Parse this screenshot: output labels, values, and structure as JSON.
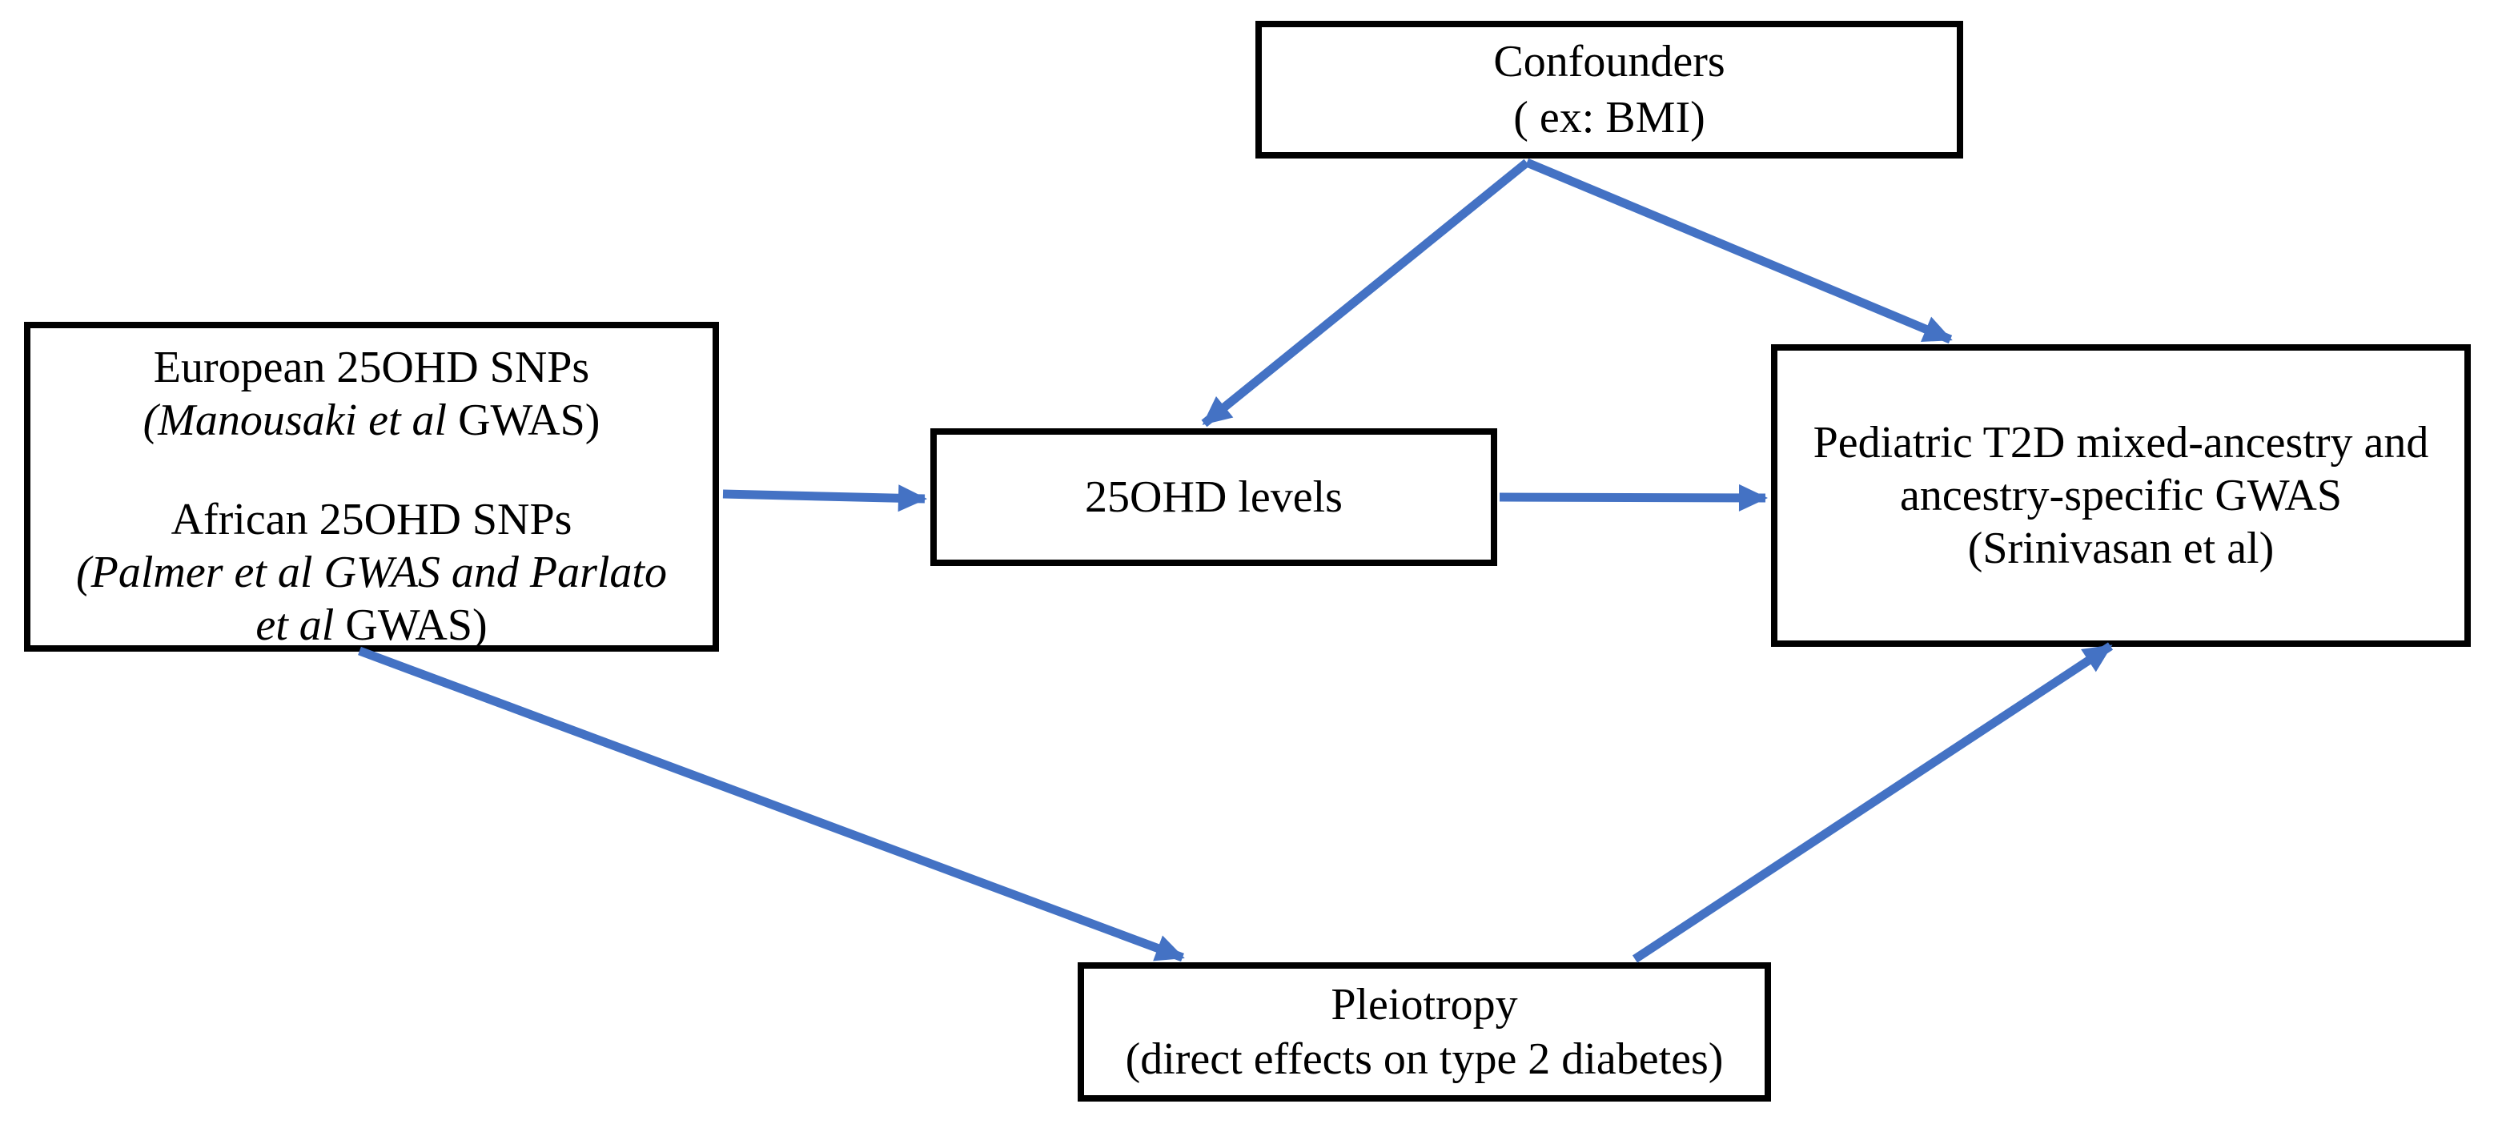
{
  "diagram_type": "mendelian-randomization-dag",
  "nodes": {
    "confounders": {
      "line1": "Confounders",
      "line2": "( ex: BMI)"
    },
    "exposure_snps": {
      "line1": "European 25OHD SNPs",
      "line2_italic": "(Manousaki et al",
      "line2_regular": " GWAS)",
      "line4": "African 25OHD SNPs",
      "line5_italic": "(Palmer et al GWAS and Parlato",
      "line6_italic": "et al",
      "line6_regular": " GWAS)"
    },
    "exposure": {
      "label": "25OHD levels"
    },
    "outcome": {
      "line1": "Pediatric T2D mixed-ancestry and",
      "line2": "ancestry-specific GWAS",
      "line3": "(Srinivasan et al)"
    },
    "pleiotropy": {
      "line1": "Pleiotropy",
      "line2": "(direct effects on type 2 diabetes)"
    }
  },
  "edges": [
    {
      "from": "confounders",
      "to": "exposure"
    },
    {
      "from": "confounders",
      "to": "outcome"
    },
    {
      "from": "exposure_snps",
      "to": "exposure"
    },
    {
      "from": "exposure",
      "to": "outcome"
    },
    {
      "from": "exposure_snps",
      "to": "pleiotropy"
    },
    {
      "from": "pleiotropy",
      "to": "outcome"
    }
  ],
  "colors": {
    "arrow": "#4472C4",
    "border": "#000000",
    "background": "#FFFFFF",
    "text": "#000000"
  }
}
